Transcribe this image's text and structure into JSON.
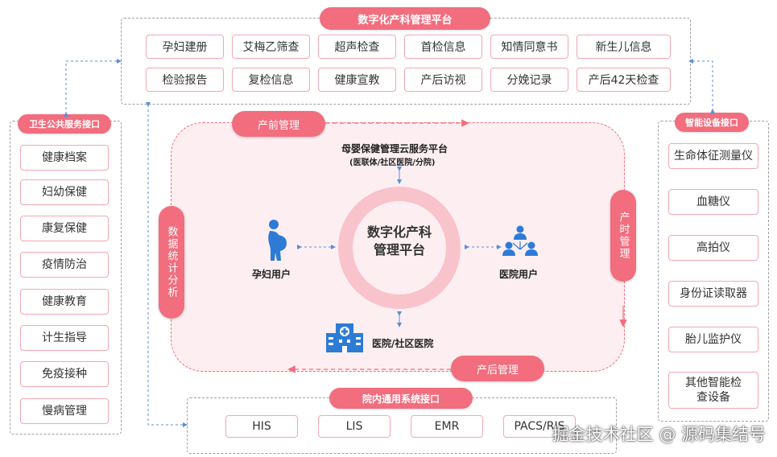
{
  "top_platform": {
    "title": "数字化产科管理平台",
    "row1": [
      "孕妇建册",
      "艾梅乙筛查",
      "超声检查",
      "首检信息",
      "知情同意书",
      "新生儿信息"
    ],
    "row2": [
      "检验报告",
      "复检信息",
      "健康宣教",
      "产后访视",
      "分娩记录",
      "产后42天检查"
    ]
  },
  "left_panel": {
    "title": "卫生公共服务接口",
    "items": [
      "健康档案",
      "妇幼保健",
      "康复保健",
      "疫情防治",
      "健康教育",
      "计生指导",
      "免疫接种",
      "慢病管理"
    ]
  },
  "right_panel": {
    "title": "智能设备接口",
    "items": [
      "生命体征测量仪",
      "血糖仪",
      "高拍仪",
      "身份证读取器",
      "胎儿监护仪",
      "其他智能检\n查设备"
    ]
  },
  "bottom_panel": {
    "title": "院内通用系统接口",
    "items": [
      "HIS",
      "LIS",
      "EMR",
      "PACS/RIS"
    ]
  },
  "center": {
    "core_line1": "数字化产科",
    "core_line2": "管理平台",
    "cloud_title": "母婴保健管理云服务平台",
    "cloud_sub": "(医联体/社区医院/分院)",
    "pregnant_user": "孕妇用户",
    "hospital_user": "医院用户",
    "hospital_node": "医院/社区医院",
    "stage_prenatal": "产前管理",
    "stage_intrapartum": "产时管理",
    "stage_postpartum": "产后管理",
    "stage_stats": "数据统计分析"
  },
  "colors": {
    "accent": "#f26d7e",
    "border": "#f4a7b1",
    "ring": "#f9c3cb",
    "region": "#fdeff1",
    "blue": "#2e7bd6"
  },
  "watermark": "掘金技术社区 @ 源码集结号"
}
